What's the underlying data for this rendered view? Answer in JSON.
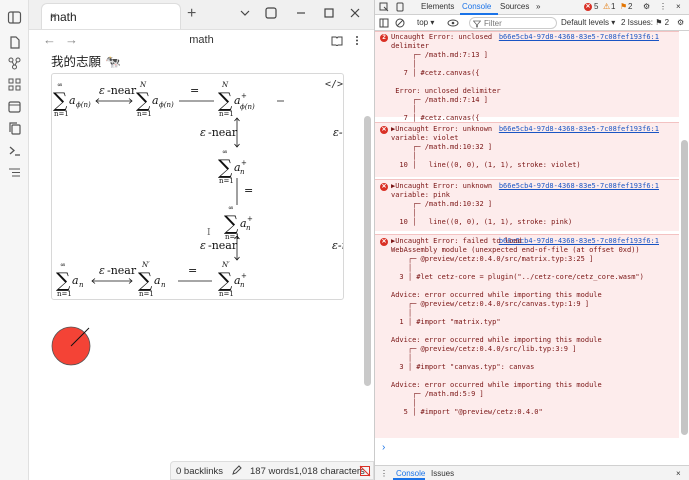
{
  "tab": {
    "title": "math",
    "close": "×",
    "new": "+"
  },
  "nav": {
    "title": "math",
    "back": "←",
    "forward": "→"
  },
  "note": {
    "heading": "我的志願 🐄"
  },
  "status": {
    "backlinks": "0 backlinks",
    "words": "187 words",
    "chars": "1,018 characters"
  },
  "devtools": {
    "tabs": [
      "Elements",
      "Console",
      "Sources",
      "»"
    ],
    "active_tab": "Console",
    "error_count": "5",
    "warn_count": "1",
    "issue_count": "2",
    "context": "top ▾",
    "filter_placeholder": "Filter",
    "levels": "Default levels ▾",
    "issues_label": "2 Issues: ⚑ 2",
    "bottom_tabs": [
      "Console",
      "Issues"
    ],
    "close": "×"
  },
  "console": {
    "messages": [
      {
        "badge": "2",
        "link": "b66e5cb4-97d8-4368-83e5-7c08fef193f6:1",
        "text": "Uncaught Error: unclosed\ndelimiter\n     ┌─ /math.md:7:13 ]\n     │\n   7 │ #cetz.canvas({\n\n Error: unclosed delimiter\n     ┌─ /math.md:7:14 ]\n     │\n   7 │ #cetz.canvas({"
      },
      {
        "badge": "",
        "link": "b66e5cb4-97d8-4368-83e5-7c08fef193f6:1",
        "text": "▶Uncaught Error: unknown\nvariable: violet\n     ┌─ /math.md:10:32 ]\n     │\n  10 │   line((0, 0), (1, 1), stroke: violet)"
      },
      {
        "badge": "",
        "link": "b66e5cb4-97d8-4368-83e5-7c08fef193f6:1",
        "text": "▶Uncaught Error: unknown\nvariable: pink\n     ┌─ /math.md:10:32 ]\n     │\n  10 │   line((0, 0), (1, 1), stroke: pink)"
      },
      {
        "badge": "",
        "link": "b66e5cb4-97d8-4368-83e5-7c08fef193f6:1",
        "text": "▶Uncaught Error: failed to load\nWebAssembly module (unexpected end-of-file (at offset 0xd))\n    ┌─ @preview/cetz:0.4.0/src/matrix.typ:3:25 ]\n    │\n  3 │ #let cetz-core = plugin(\"../cetz-core/cetz_core.wasm\")\n\nAdvice: error occurred while importing this module\n    ┌─ @preview/cetz:0.4.0/src/canvas.typ:1:9 ]\n    │\n  1 │ #import \"matrix.typ\"\n\nAdvice: error occurred while importing this module\n    ┌─ @preview/cetz:0.4.0/src/lib.typ:3:9 ]\n    │\n  3 │ #import \"canvas.typ\": canvas\n\nAdvice: error occurred while importing this module\n     ┌─ /math.md:5:9 ]\n     │\n   5 │ #import \"@preview/cetz:0.4.0\""
      }
    ],
    "prompt": "›"
  },
  "colors": {
    "circle_fill": "#f44336",
    "accent": "#1a73e8",
    "error_bg": "#fdecec"
  }
}
